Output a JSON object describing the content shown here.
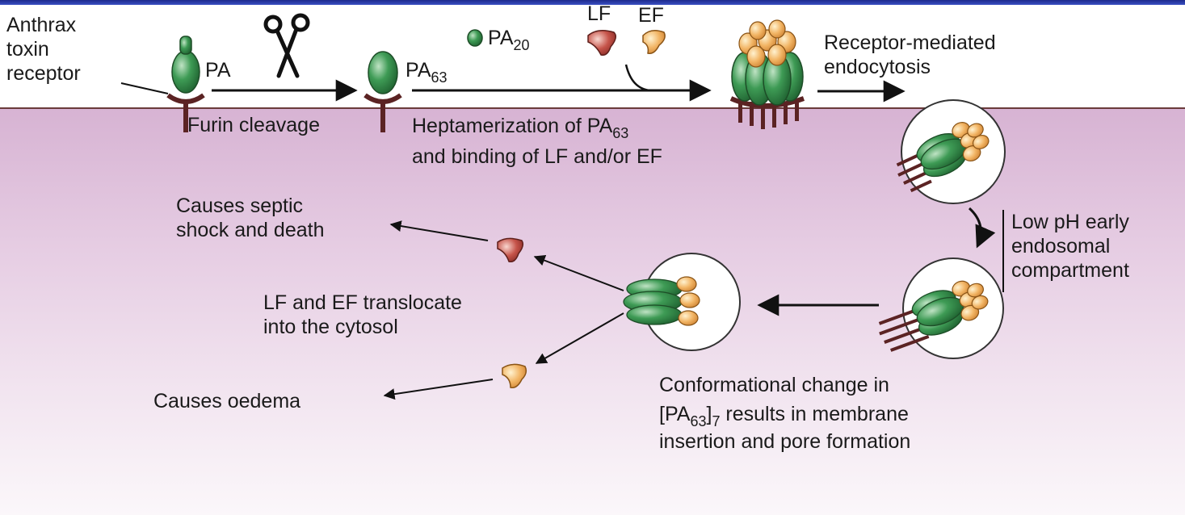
{
  "colors": {
    "receptor": "#5b2323",
    "pa_green": "#2f8a44",
    "lf_red": "#b5443e",
    "ef_orange": "#eaa24c",
    "cytosol_top": "#d7b3d3"
  },
  "labels": {
    "anthrax_receptor": [
      "Anthrax",
      "toxin",
      "receptor"
    ],
    "pa": "PA",
    "pa63_base": "PA",
    "pa63_sub": "63",
    "pa20_base": "PA",
    "pa20_sub": "20",
    "lf": "LF",
    "ef": "EF",
    "receptor_mediated": [
      "Receptor-mediated",
      "endocytosis"
    ],
    "furin": "Furin cleavage",
    "hepta_line1_base": "Heptamerization of PA",
    "hepta_line1_sub": "63",
    "hepta_line2": "and binding of LF and/or EF",
    "low_ph": [
      "Low pH early",
      "endosomal",
      "compartment"
    ],
    "septic": [
      "Causes septic",
      "shock and death"
    ],
    "translocate": [
      "LF and EF translocate",
      "into the cytosol"
    ],
    "oedema": "Causes oedema",
    "conf_line1": "Conformational change in",
    "conf_line2_pre": "[PA",
    "conf_line2_sub": "63",
    "conf_line2_mid": "]",
    "conf_line2_sub2": "7",
    "conf_line2_post": " results in membrane",
    "conf_line3": "insertion and pore formation"
  },
  "icons": [
    "scissors-icon",
    "receptor-icon",
    "pa-icon",
    "pa63-icon",
    "pa20-icon",
    "lf-icon",
    "ef-icon",
    "heptamer-icon",
    "endosome-icon"
  ]
}
